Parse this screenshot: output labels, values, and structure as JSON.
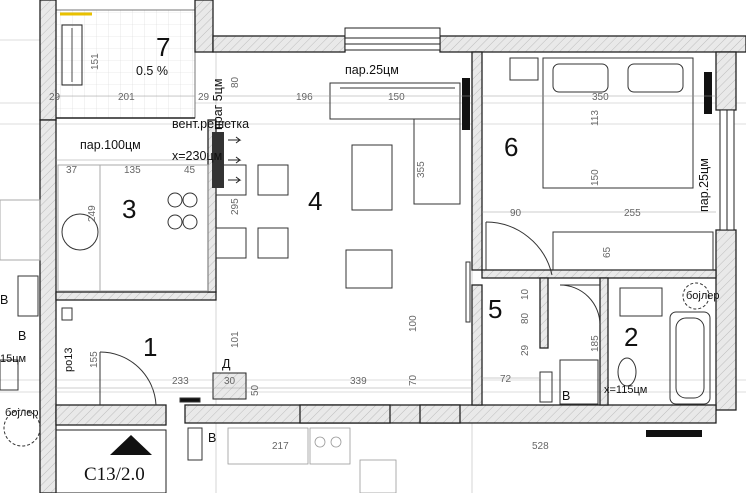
{
  "rooms": {
    "r1": "1",
    "r2": "2",
    "r3": "3",
    "r4": "4",
    "r5": "5",
    "r6": "6",
    "r7": "7"
  },
  "balcony": {
    "slope": "0.5 %",
    "dim_width": "201",
    "dim_side": "151",
    "dim_left": "29",
    "dim_right": "29"
  },
  "labels": {
    "floor_living": "пар.25цм",
    "floor_kitchen": "пар.100цм",
    "vent_line1": "вент.решетка",
    "vent_line2": "x=230цм",
    "threshold": "праг 5цм",
    "floor_bedroom": "пар.25цм",
    "boiler_right": "бојлер",
    "boiler_left": "бојлер",
    "socket_height_right": "x=115цм",
    "socket_height_left": "15цм",
    "ro13": "ро13",
    "d_mark": "Д",
    "v_right": "В",
    "v_left_top": "В",
    "v_left_mid": "В",
    "v_bottom": "В"
  },
  "dims": {
    "d196": "196",
    "d150": "150",
    "d80": "80",
    "d37": "37",
    "d135": "135",
    "d45": "45",
    "d249": "249",
    "d295": "295",
    "d355": "355",
    "d350": "350",
    "d113": "113",
    "d150b": "150",
    "d90": "90",
    "d255": "255",
    "d65": "65",
    "d10": "10",
    "d80b": "80",
    "d29": "29",
    "d72": "72",
    "d185": "185",
    "d101": "101",
    "d155": "155",
    "d233": "233",
    "d30": "30",
    "d50": "50",
    "d339": "339",
    "d100": "100",
    "d70": "70",
    "d217": "217",
    "d528": "528"
  },
  "apartment_code": "C13/2.0",
  "colors": {
    "wall_fill": "#e6e6e6",
    "wall_line": "#222222",
    "thin_line": "#444444",
    "dim_line": "#888888",
    "accent_yellow": "#e8c000"
  }
}
